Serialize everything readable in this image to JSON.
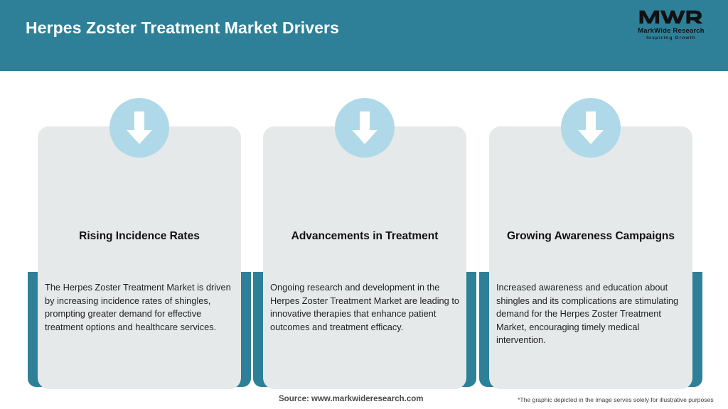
{
  "header": {
    "title": "Herpes Zoster Treatment Market Drivers",
    "background_color": "#2E8098"
  },
  "logo": {
    "mark": "MWR",
    "name": "MarkWide Research",
    "tagline": "Inspiring Growth"
  },
  "cards": [
    {
      "icon": "down-arrow-icon",
      "title": "Rising Incidence Rates",
      "body": "The Herpes Zoster Treatment Market is driven by increasing incidence rates of shingles, prompting greater demand for effective treatment options and healthcare services."
    },
    {
      "icon": "down-arrow-icon",
      "title": "Advancements in Treatment",
      "body": "Ongoing research and development in the Herpes Zoster Treatment Market are leading to innovative therapies that enhance patient outcomes and treatment efficacy."
    },
    {
      "icon": "down-arrow-icon",
      "title": "Growing Awareness Campaigns",
      "body": "Increased awareness and education about shingles and its complications are stimulating demand for the Herpes Zoster Treatment Market, encouraging timely medical intervention."
    }
  ],
  "footer": {
    "source": "Source: www.markwideresearch.com",
    "disclaimer": "*The graphic depicted in the image serves solely for illustrative purposes"
  },
  "colors": {
    "teal": "#2E8098",
    "card_background": "#E6E9EA",
    "icon_circle": "#AFD9E8",
    "page_background": "#FFFFFF"
  }
}
